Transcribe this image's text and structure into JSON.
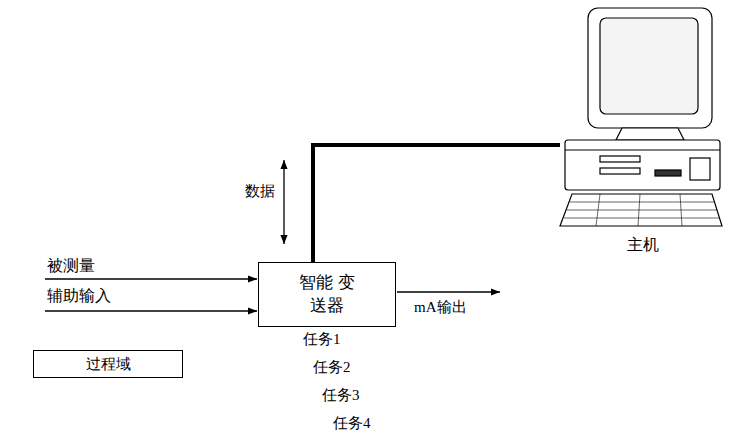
{
  "diagram": {
    "nodes": [
      {
        "text": [
          "智能 变送器"
        ]
      },
      {
        "text": [
          "主机"
        ]
      },
      {
        "text": [
          "过程域"
        ]
      }
    ],
    "edges": [
      {
        "from": 0,
        "to": 1,
        "arrow": "none"
      }
    ],
    "labels": [
      "被测量",
      "辅助输入",
      "数据",
      "mA输出",
      "任务1",
      "任务2",
      "任务3",
      "任务4"
    ]
  }
}
